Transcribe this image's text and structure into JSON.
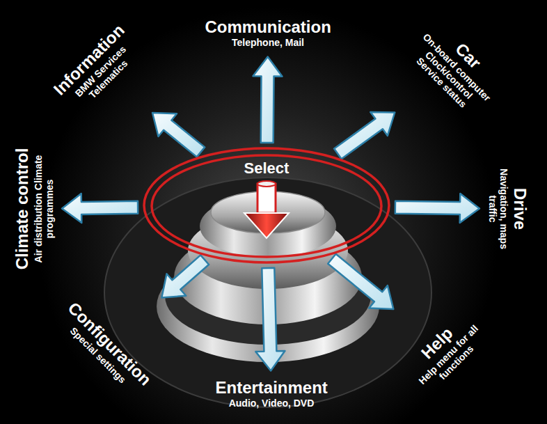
{
  "diagram": {
    "nodes": [
      {
        "text": [
          "Communication",
          "Telephone, Mail"
        ]
      },
      {
        "text": [
          "Information",
          "BMW Services Telematics"
        ]
      },
      {
        "text": [
          "Car",
          "On-board computer Clock/control Service status"
        ]
      },
      {
        "text": [
          "Climate control",
          "Air distribution Climate programmes"
        ]
      },
      {
        "text": [
          "Select"
        ]
      },
      {
        "text": [
          "Drive",
          "Navigation, maps traffic"
        ]
      },
      {
        "text": [
          "Configuration",
          "Special settings"
        ]
      },
      {
        "text": [
          "Help",
          "Help menu for all functions"
        ]
      },
      {
        "text": [
          "Entertainment",
          "Audio, Video, DVD"
        ]
      }
    ],
    "edges": [
      {
        "from": 4,
        "to": 0,
        "arrow": "to"
      },
      {
        "from": 4,
        "to": 1,
        "arrow": "to"
      },
      {
        "from": 4,
        "to": 2,
        "arrow": "to"
      },
      {
        "from": 4,
        "to": 3,
        "arrow": "to"
      },
      {
        "from": 4,
        "to": 5,
        "arrow": "to"
      },
      {
        "from": 4,
        "to": 6,
        "arrow": "to"
      },
      {
        "from": 4,
        "to": 7,
        "arrow": "to"
      },
      {
        "from": 4,
        "to": 8,
        "arrow": "to"
      }
    ]
  }
}
